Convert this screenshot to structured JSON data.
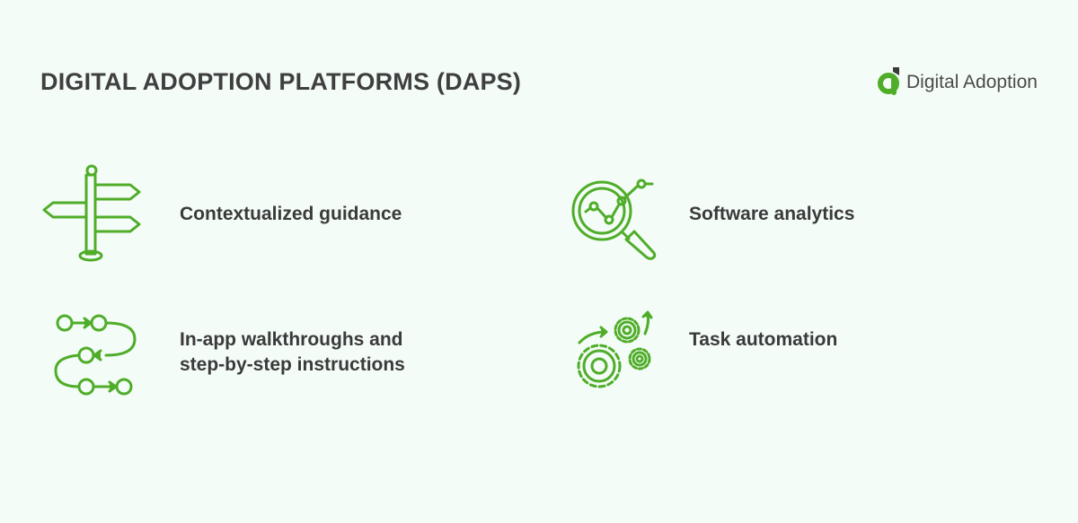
{
  "page": {
    "title": "DIGITAL ADOPTION PLATFORMS (DAPS)"
  },
  "brand": {
    "name": "Digital Adoption",
    "icon": "digital-adoption-logo-icon"
  },
  "colors": {
    "accent": "#4fad29",
    "background": "#f4fcf7",
    "text": "#3c3c3c"
  },
  "features": [
    {
      "label": "Contextualized guidance",
      "icon": "signpost-icon"
    },
    {
      "label": "Software analytics",
      "icon": "magnifier-analytics-icon"
    },
    {
      "label": "In-app walkthroughs and\nstep-by-step instructions",
      "icon": "step-path-icon"
    },
    {
      "label": "Task automation",
      "icon": "gears-icon"
    }
  ]
}
